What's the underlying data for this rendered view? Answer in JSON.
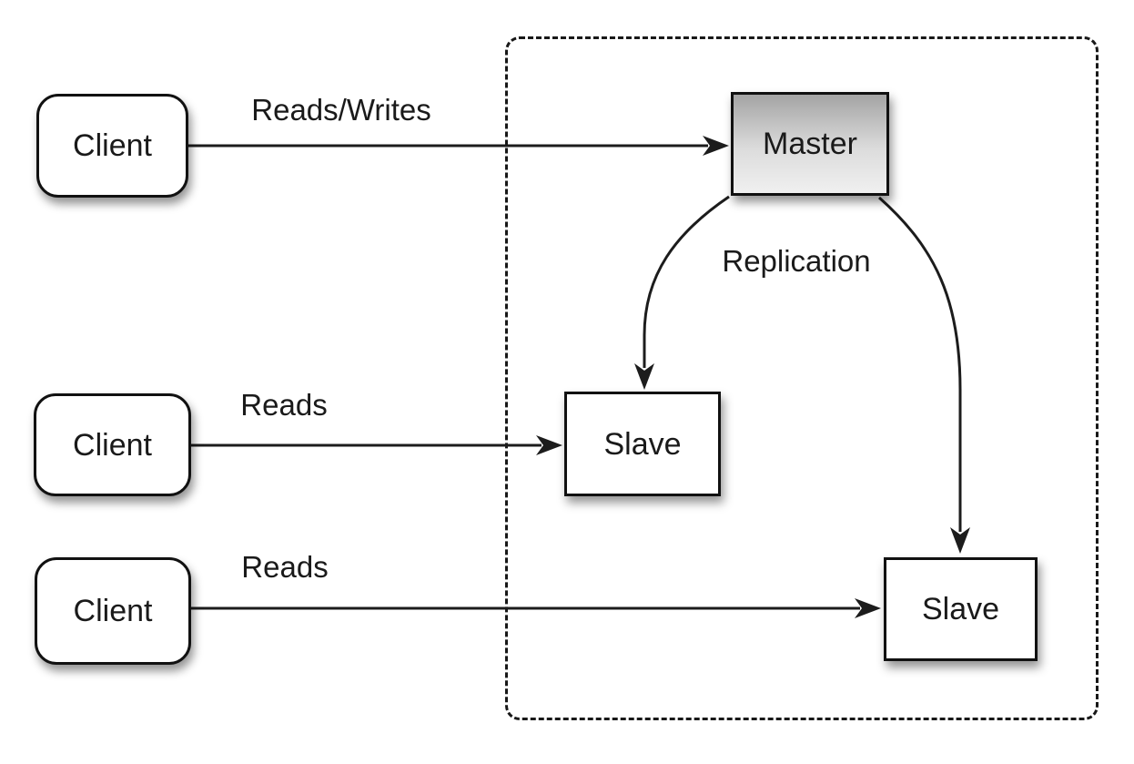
{
  "diagram": {
    "clients": [
      {
        "label": "Client"
      },
      {
        "label": "Client"
      },
      {
        "label": "Client"
      }
    ],
    "master": {
      "label": "Master"
    },
    "slaves": [
      {
        "label": "Slave"
      },
      {
        "label": "Slave"
      }
    ],
    "edge_labels": {
      "reads_writes": "Reads/Writes",
      "reads_middle": "Reads",
      "reads_bottom": "Reads",
      "replication": "Replication"
    },
    "colors": {
      "stroke": "#1c1c1c",
      "node_fill": "#ffffff",
      "master_gradient_top": "#a4a4a4",
      "master_gradient_bottom": "#f0f0f0",
      "boundary_dash": "#181818"
    }
  }
}
